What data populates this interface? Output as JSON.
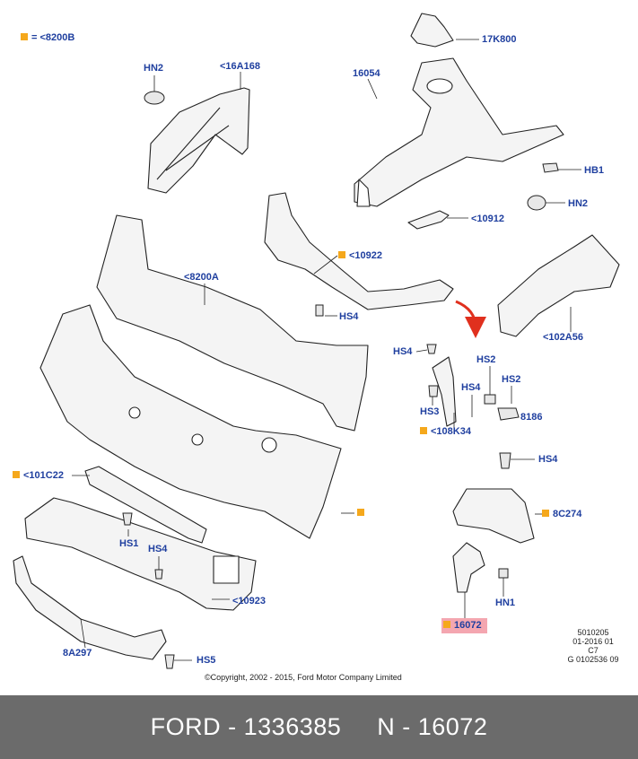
{
  "legend": {
    "symbol": "=",
    "value": "<8200B"
  },
  "callouts": {
    "hn2_top": "HN2",
    "c16a168": "<16A168",
    "c17k800": "17K800",
    "c16054": "16054",
    "hb1": "HB1",
    "hn2_right": "HN2",
    "c10912": "<10912",
    "c10922": "<10922",
    "c8200a": "<8200A",
    "hs4_mid": "HS4",
    "c102a56": "<102A56",
    "hs4_a": "HS4",
    "hs2_a": "HS2",
    "hs2_b": "HS2",
    "hs4_b": "HS4",
    "hs3": "HS3",
    "c8186": "8186",
    "c108k34": "<108K34",
    "hs4_c": "HS4",
    "c101c22": "<101C22",
    "c8c274": "8C274",
    "hs1": "HS1",
    "hs4_d": "HS4",
    "c10923": "<10923",
    "hn1": "HN1",
    "c16072": "16072",
    "c8a297": "8A297",
    "hs5": "HS5"
  },
  "metadata": {
    "line1": "5010205",
    "line2": "01-2016 01",
    "line3": "C7",
    "line4": "G 0102536 09"
  },
  "copyright": "©Copyright, 2002 - 2015, Ford Motor Company Limited",
  "footer": "FORD - 1336385     N - 16072",
  "colors": {
    "label": "#1f3f9f",
    "marker": "#f5a81c",
    "highlight": "#f4a6b0",
    "footer_bg": "#6b6b6b",
    "arrow": "#e0301e"
  }
}
